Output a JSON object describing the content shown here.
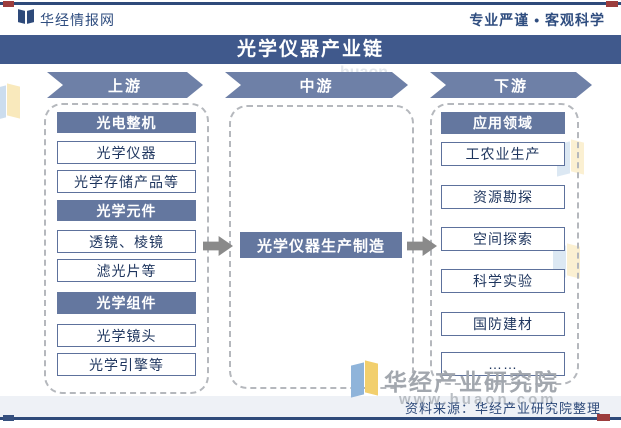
{
  "header": {
    "brand": "华经情报网",
    "slogan": "专业严谨 • 客观科学"
  },
  "title": "光学仪器产业链",
  "stages": [
    {
      "label": "上游"
    },
    {
      "label": "中游"
    },
    {
      "label": "下游"
    }
  ],
  "upstream": {
    "groups": [
      {
        "header": "光电整机",
        "items": [
          "光学仪器",
          "光学存储产品等"
        ]
      },
      {
        "header": "光学元件",
        "items": [
          "透镜、棱镜",
          "滤光片等"
        ]
      },
      {
        "header": "光学组件",
        "items": [
          "光学镜头",
          "光学引擎等"
        ]
      }
    ]
  },
  "midstream": {
    "label": "光学仪器生产制造"
  },
  "downstream": {
    "header": "应用领域",
    "items": [
      "工农业生产",
      "资源勘探",
      "空间探索",
      "科学实验",
      "国防建材",
      "……"
    ]
  },
  "watermark": {
    "name": "华经产业研究院",
    "url": "www.huaon.com",
    "faint_text": "huaon"
  },
  "footer": {
    "source": "资料来源：华经产业研究院整理"
  },
  "colors": {
    "banner": "#40598c",
    "stage_arrow": "#6e80a7",
    "header_box": "#64779f",
    "box_border": "#5d719c",
    "accent_line": "#2e4a7a",
    "accent_red": "#9c3d3d",
    "flow_arrow": "#8a8a8a"
  }
}
